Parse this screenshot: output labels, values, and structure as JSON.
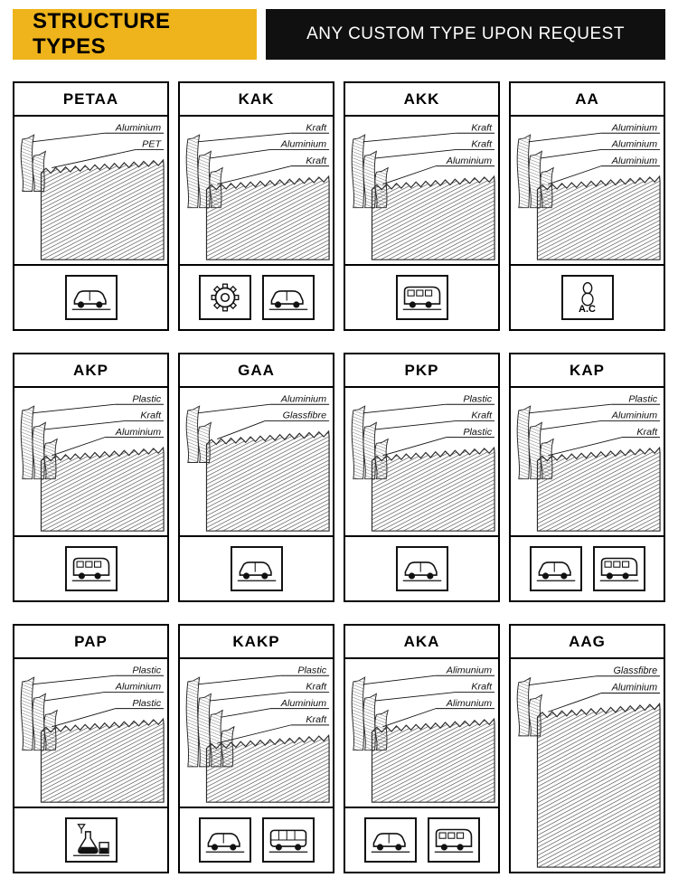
{
  "header": {
    "title": "STRUCTURE TYPES",
    "subtitle": "ANY CUSTOM TYPE UPON REQUEST",
    "title_bg": "#efb41b",
    "subtitle_bg": "#101010"
  },
  "cards": [
    {
      "title": "PETAA",
      "layers": [
        "Aluminium",
        "PET"
      ],
      "icons": [
        {
          "name": "car-icon"
        }
      ]
    },
    {
      "title": "KAK",
      "layers": [
        "Kraft",
        "Aluminium",
        "Kraft"
      ],
      "icons": [
        {
          "name": "gear-icon"
        },
        {
          "name": "car-icon"
        }
      ]
    },
    {
      "title": "AKK",
      "layers": [
        "Kraft",
        "Kraft",
        "Aluminium"
      ],
      "icons": [
        {
          "name": "caravan-icon"
        }
      ]
    },
    {
      "title": "AA",
      "layers": [
        "Aluminium",
        "Aluminium",
        "Aluminium"
      ],
      "icons": [
        {
          "name": "ac-icon",
          "label": "A.C"
        }
      ]
    },
    {
      "title": "AKP",
      "layers": [
        "Plastic",
        "Kraft",
        "Aluminium"
      ],
      "icons": [
        {
          "name": "caravan-icon"
        }
      ]
    },
    {
      "title": "GAA",
      "layers": [
        "Aluminium",
        "Glassfibre"
      ],
      "icons": [
        {
          "name": "car-icon"
        }
      ]
    },
    {
      "title": "PKP",
      "layers": [
        "Plastic",
        "Kraft",
        "Plastic"
      ],
      "icons": [
        {
          "name": "car-icon"
        }
      ]
    },
    {
      "title": "KAP",
      "layers": [
        "Plastic",
        "Aluminium",
        "Kraft"
      ],
      "icons": [
        {
          "name": "car-icon"
        },
        {
          "name": "caravan-icon"
        }
      ]
    },
    {
      "title": "PAP",
      "layers": [
        "Plastic",
        "Aluminium",
        "Plastic"
      ],
      "icons": [
        {
          "name": "flask-icon"
        }
      ]
    },
    {
      "title": "KAKP",
      "layers": [
        "Plastic",
        "Kraft",
        "Aluminium",
        "Kraft"
      ],
      "icons": [
        {
          "name": "car-icon"
        },
        {
          "name": "bus-icon"
        }
      ]
    },
    {
      "title": "AKA",
      "layers": [
        "Alimunium",
        "Kraft",
        "Alimunium"
      ],
      "icons": [
        {
          "name": "car-icon"
        },
        {
          "name": "caravan-icon"
        }
      ]
    },
    {
      "title": "AAG",
      "layers": [
        "Glassfibre",
        "Aluminium"
      ],
      "icons": []
    }
  ]
}
